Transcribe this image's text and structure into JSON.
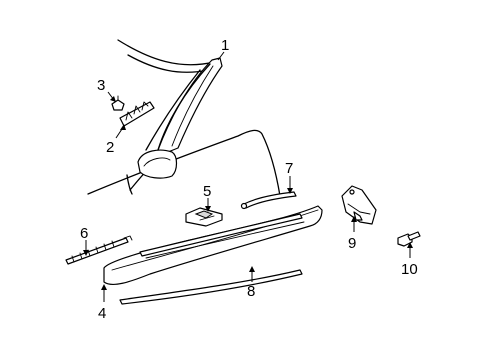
{
  "diagram": {
    "callouts": [
      {
        "id": "c1",
        "label": "1",
        "part": "windshield-pillar-molding"
      },
      {
        "id": "c2",
        "label": "2",
        "part": "pillar-clip-strip"
      },
      {
        "id": "c3",
        "label": "3",
        "part": "pillar-clip"
      },
      {
        "id": "c4",
        "label": "4",
        "part": "rocker-panel-molding"
      },
      {
        "id": "c5",
        "label": "5",
        "part": "molding-clip"
      },
      {
        "id": "c6",
        "label": "6",
        "part": "clip-strip"
      },
      {
        "id": "c7",
        "label": "7",
        "part": "front-molding-extension"
      },
      {
        "id": "c8",
        "label": "8",
        "part": "rocker-lower-molding"
      },
      {
        "id": "c9",
        "label": "9",
        "part": "mounting-bracket"
      },
      {
        "id": "c10",
        "label": "10",
        "part": "push-pin-fastener"
      }
    ]
  }
}
